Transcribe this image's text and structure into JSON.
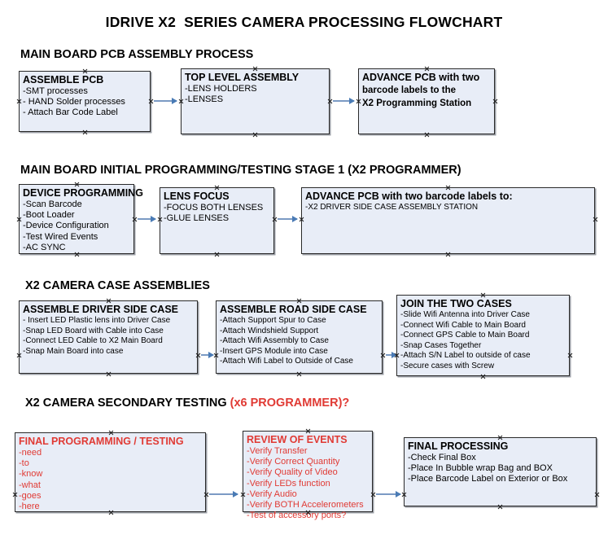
{
  "document": {
    "title": "IDRIVE X2  SERIES CAMERA PROCESSING FLOWCHART"
  },
  "colors": {
    "box_fill": "#e8edf7",
    "box_border": "#2a2a2a",
    "arrow": "#4a7bb5",
    "red_text": "#e03a34",
    "background": "#ffffff"
  },
  "sections": [
    {
      "heading": "MAIN BOARD PCB ASSEMBLY PROCESS",
      "heading_red": "",
      "boxes": [
        {
          "title": "ASSEMBLE PCB",
          "lines": [
            "-SMT processes",
            "- HAND Solder processes",
            "- Attach Bar Code Label"
          ]
        },
        {
          "title": "TOP LEVEL ASSEMBLY",
          "lines": [
            "-LENS HOLDERS",
            "-LENSES"
          ]
        },
        {
          "title": "ADVANCE PCB with two",
          "lines": [
            "barcode labels to the",
            " X2 Programming Station"
          ]
        }
      ]
    },
    {
      "heading": "MAIN BOARD INITIAL PROGRAMMING/TESTING STAGE 1 (X2 PROGRAMMER)",
      "heading_red": "",
      "boxes": [
        {
          "title": "DEVICE PROGRAMMING",
          "lines": [
            "-Scan Barcode",
            "-Boot Loader",
            "-Device Configuration",
            "-Test Wired Events",
            "-AC SYNC"
          ]
        },
        {
          "title": "LENS FOCUS",
          "lines": [
            "-FOCUS BOTH LENSES",
            "-GLUE LENSES"
          ]
        },
        {
          "title": "ADVANCE PCB with two barcode labels to:",
          "lines": [
            "-X2 DRIVER  SIDE  CASE  ASSEMBLY STATION"
          ]
        }
      ]
    },
    {
      "heading": "X2 CAMERA CASE ASSEMBLIES",
      "heading_red": "",
      "boxes": [
        {
          "title": "ASSEMBLE DRIVER SIDE CASE",
          "lines": [
            "- Insert LED Plastic lens into Driver Case",
            "-Snap LED Board with Cable into Case",
            "-Connect LED Cable to X2 Main Board",
            "-Snap Main Board into case"
          ]
        },
        {
          "title": "ASSEMBLE ROAD SIDE CASE",
          "lines": [
            "-Attach Support Spur to Case",
            "-Attach Windshield Support",
            "-Attach Wifi Assembly to Case",
            "-Insert GPS Module into Case",
            "-Attach Wifi Label to Outside of Case"
          ]
        },
        {
          "title": "JOIN THE TWO CASES",
          "lines": [
            "-Slide Wifi Antenna into Driver Case",
            "-Connect Wifi Cable to Main Board",
            "-Connect GPS Cable to Main Board",
            "-Snap Cases Together",
            "-Attach S/N Label to outside of case",
            "-Secure cases with Screw"
          ]
        }
      ]
    },
    {
      "heading": "X2 CAMERA SECONDARY TESTING ",
      "heading_red": "(x6 PROGRAMMER)?",
      "boxes": [
        {
          "title": "FINAL PROGRAMMING / TESTING",
          "lines": [
            "-need",
            "-to",
            "-know",
            "-what",
            "-goes",
            "-here"
          ]
        },
        {
          "title": "REVIEW OF EVENTS",
          "lines": [
            "-Verify Transfer",
            "-Verify Correct Quantity",
            "-Verify Quality of Video",
            "-Verify LEDs function",
            "-Verify Audio",
            "-Verify BOTH Accelerometers",
            "-Test of accessory ports?"
          ]
        },
        {
          "title": "FINAL PROCESSING",
          "lines": [
            "-Check Final Box",
            "-Place In Bubble wrap Bag and BOX",
            "-Place Barcode Label on Exterior or Box"
          ]
        }
      ]
    }
  ]
}
